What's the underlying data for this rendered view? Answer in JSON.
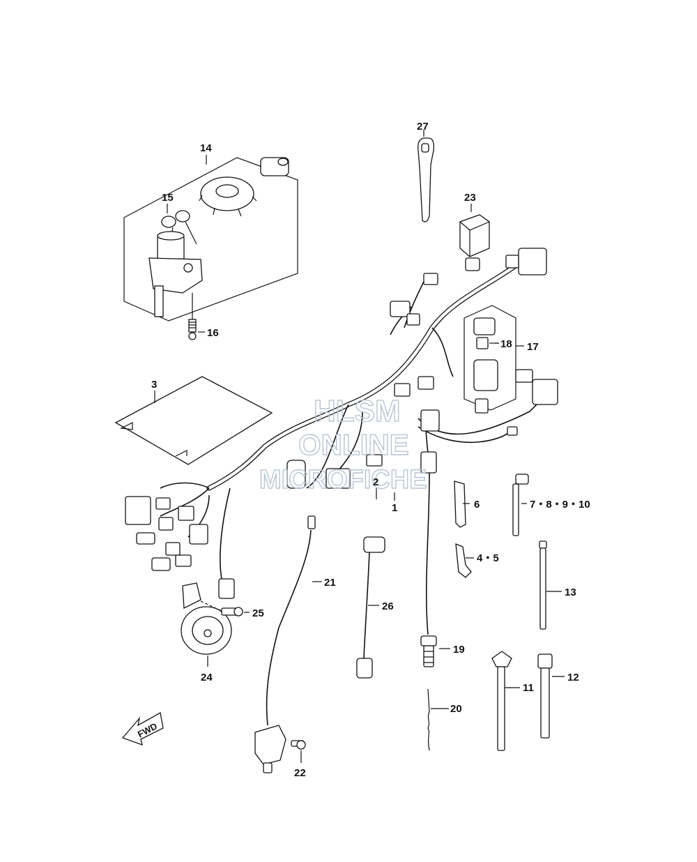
{
  "labels": {
    "p1": "1",
    "p2": "2",
    "p3": "3",
    "p4_5": "4・5",
    "p6": "6",
    "p7_10": "7・8・9・10",
    "p11": "11",
    "p12": "12",
    "p13": "13",
    "p14": "14",
    "p15": "15",
    "p16": "16",
    "p17": "17",
    "p18": "18",
    "p19": "19",
    "p20": "20",
    "p21": "21",
    "p22": "22",
    "p23": "23",
    "p24": "24",
    "p25": "25",
    "p26": "26",
    "p27": "27"
  },
  "fwd_arrow": "FWD",
  "watermark": {
    "line1": "HLSM",
    "line2": "ONLINE",
    "line3": "MICROFICHE"
  }
}
